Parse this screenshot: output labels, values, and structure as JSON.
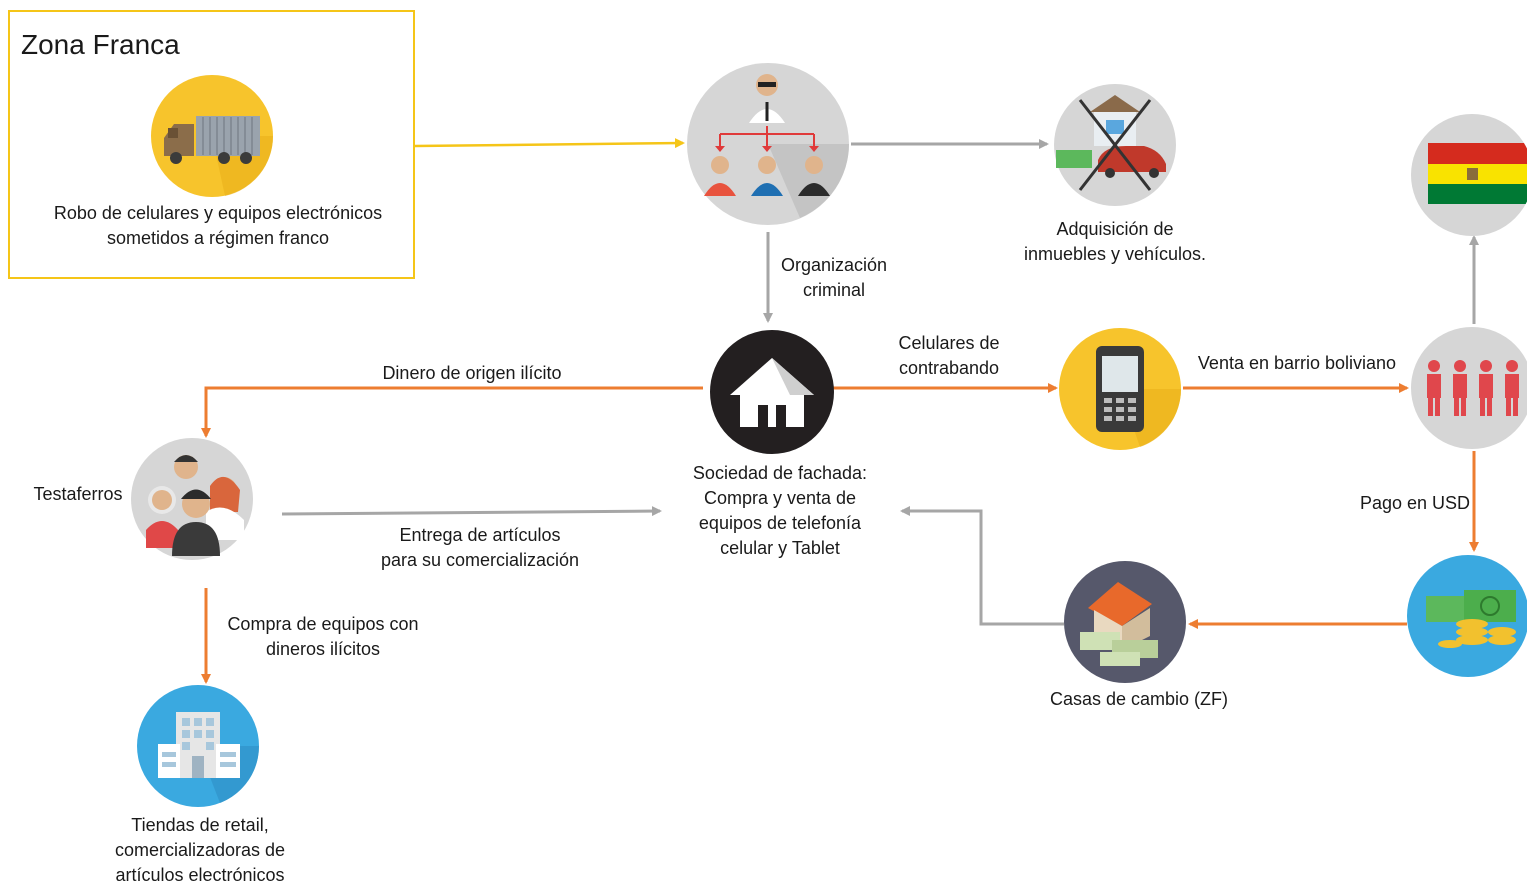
{
  "zone": {
    "title": "Zona Franca",
    "caption": [
      "Robo de celulares y equipos electrónicos",
      "sometidos a régimen franco"
    ]
  },
  "nodes": {
    "organization": {
      "icon": "org-chart-icon"
    },
    "assets": {
      "icon": "house-car-crossed-icon",
      "caption": [
        "Adquisición de",
        "inmuebles y vehículos."
      ]
    },
    "bolivia": {
      "icon": "bolivia-flag-icon"
    },
    "front_company": {
      "icon": "house-icon",
      "caption": [
        "Sociedad de fachada:",
        "Compra y venta de",
        "equipos de telefonía",
        "celular y Tablet"
      ]
    },
    "phone": {
      "icon": "mobile-phone-icon"
    },
    "buyers": {
      "icon": "people-group-icon"
    },
    "testaferros": {
      "icon": "people-icon",
      "caption": [
        "Testaferros"
      ]
    },
    "money": {
      "icon": "money-coins-icon"
    },
    "exchange": {
      "icon": "house-money-icon",
      "caption": [
        "Casas de cambio (ZF)"
      ]
    },
    "retail": {
      "icon": "building-icon",
      "caption": [
        "Tiendas de retail,",
        "comercializadoras de",
        "artículos electrónicos"
      ]
    }
  },
  "edges": {
    "org_criminal": [
      "Organización",
      "criminal"
    ],
    "illicit_money": [
      "Dinero de origen ilícito"
    ],
    "contraband": [
      "Celulares de",
      "contrabando"
    ],
    "sale_barrio": [
      "Venta en barrio boliviano"
    ],
    "payment_usd": [
      "Pago en USD"
    ],
    "delivery": [
      "Entrega de artículos",
      "para su comercialización"
    ],
    "purchase": [
      "Compra de equipos con",
      "dineros ilícitos"
    ]
  },
  "colors": {
    "orange_arrow": "#ed7d31",
    "gray_arrow": "#a6a6a6",
    "yellow_arrow": "#f5c518",
    "zone_border": "#f5c518",
    "circle_yellow": "#f7c42c",
    "circle_gray": "#d6d6d6",
    "circle_dark": "#231f20",
    "circle_blue": "#3aa9e0",
    "circle_slate": "#56586b"
  }
}
